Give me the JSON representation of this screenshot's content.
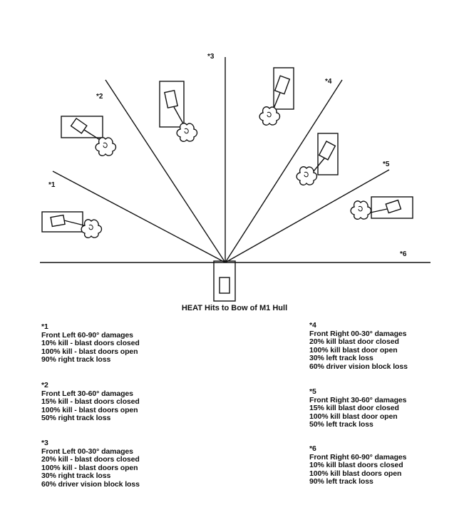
{
  "diagram": {
    "caption": "HEAT Hits to Bow of M1 Hull",
    "zone_markers": [
      "*1",
      "*2",
      "*3",
      "*4",
      "*5",
      "*6"
    ]
  },
  "legend": [
    {
      "marker": "*1",
      "lines": [
        "Front Left 60-90° damages",
        "10% kill - blast doors closed",
        "100% kill - blast doors open",
        "90% right track loss"
      ]
    },
    {
      "marker": "*2",
      "lines": [
        "Front Left 30-60° damages",
        "15% kill - blast doors closed",
        "100% kill - blast doors open",
        "50% right track loss"
      ]
    },
    {
      "marker": "*3",
      "lines": [
        "Front Left 00-30° damages",
        "20% kill - blast doors closed",
        "100% kill - blast doors open",
        "30% right track loss",
        "60% driver vision block loss"
      ]
    },
    {
      "marker": "*4",
      "lines": [
        "Front Right 00-30° damages",
        "20% kill blast door closed",
        "100% kill blast door open",
        "30% left track loss",
        "60% driver vision block loss"
      ]
    },
    {
      "marker": "*5",
      "lines": [
        "Front Right 30-60° damages",
        "15% kill blast door closed",
        "100% kill blast door open",
        "50% left track loss"
      ]
    },
    {
      "marker": "*6",
      "lines": [
        "Front Right 60-90° damages",
        "10% kill blast doors closed",
        "100% kill blast doors open",
        "90% left track loss"
      ]
    }
  ]
}
